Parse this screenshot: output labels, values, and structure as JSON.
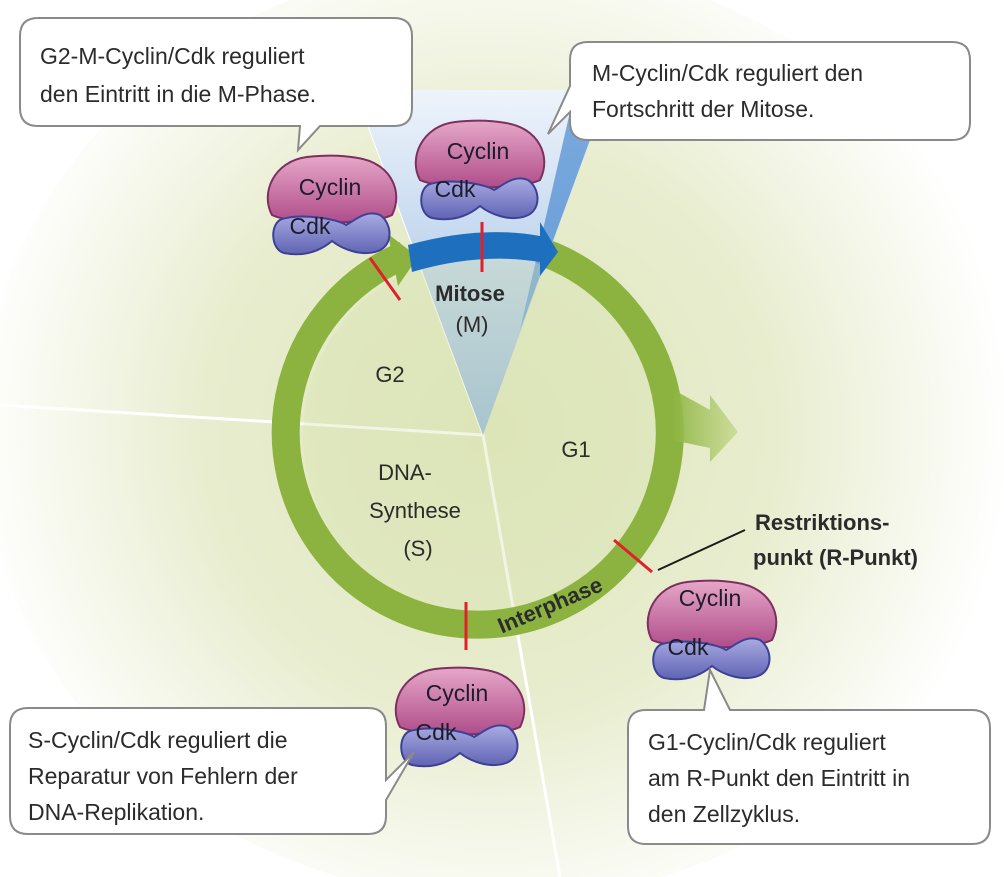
{
  "callouts": {
    "g2m": [
      "G2-M-Cyclin/Cdk reguliert",
      "den Eintritt in die M-Phase."
    ],
    "m": [
      "M-Cyclin/Cdk reguliert den",
      "Fortschritt der Mitose."
    ],
    "s": [
      "S-Cyclin/Cdk reguliert die",
      "Reparatur von Fehlern der",
      "DNA-Replikation."
    ],
    "g1": [
      "G1-Cyclin/Cdk reguliert",
      "am R-Punkt den Eintritt in",
      "den Zellzyklus."
    ]
  },
  "phases": {
    "mitosis_line1": "Mitose",
    "mitosis_line2": "(M)",
    "g2": "G2",
    "g1": "G1",
    "s_line1": "DNA-",
    "s_line2": "Synthese",
    "s_line3": "(S)",
    "interphase": "Interphase"
  },
  "restriction_point": [
    "Restriktions-",
    "punkt (R-Punkt)"
  ],
  "protein_labels": {
    "cyclin": "Cyclin",
    "cdk": "Cdk"
  },
  "colors": {
    "cycle_arrow": "#8cb33f",
    "mitosis_arrow": "#1f6fbf",
    "mitosis_wedge": "#a9c6e8",
    "cyclin": "#c0669d",
    "cdk": "#7b7fc7",
    "checkpoint": "#e0202a"
  }
}
